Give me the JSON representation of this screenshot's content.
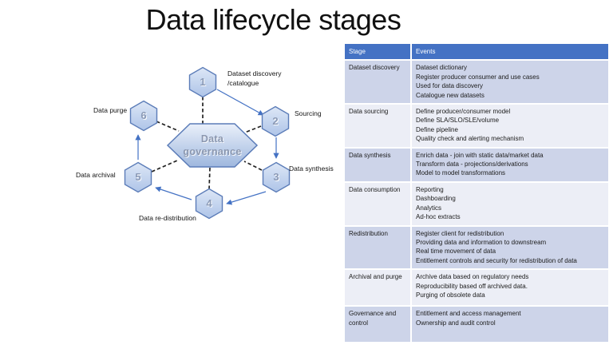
{
  "slide": {
    "title": "Data lifecycle stages"
  },
  "diagram": {
    "center": {
      "label": [
        "Data",
        "governance"
      ]
    },
    "nodes": [
      {
        "number": "1",
        "label": [
          "Dataset discovery",
          "/catalogue"
        ]
      },
      {
        "number": "2",
        "label": [
          "Sourcing"
        ]
      },
      {
        "number": "3",
        "label": [
          "Data synthesis"
        ]
      },
      {
        "number": "4",
        "label": [
          "Data re-distribution"
        ]
      },
      {
        "number": "5",
        "label": [
          "Data archival"
        ]
      },
      {
        "number": "6",
        "label": [
          "Data purge"
        ]
      }
    ]
  },
  "table": {
    "headers": {
      "stage": "Stage",
      "events": "Events"
    },
    "rows": [
      {
        "stage": "Dataset discovery",
        "events": [
          "Dataset dictionary",
          "Register producer consumer and use cases",
          "Used for data discovery",
          "Catalogue new datasets"
        ]
      },
      {
        "stage": "Data sourcing",
        "events": [
          "Define producer/consumer model",
          "Define SLA/SLO/SLE/volume",
          "Define pipeline",
          "Quality check and alerting mechanism"
        ]
      },
      {
        "stage": "Data synthesis",
        "events": [
          "Enrich data - join with static data/market data",
          "Transform data - projections/derivations",
          "Model to model transformations"
        ]
      },
      {
        "stage": "Data consumption",
        "events": [
          "Reporting",
          "Dashboarding",
          "Analytics",
          "Ad-hoc extracts"
        ]
      },
      {
        "stage": "Redistribution",
        "events": [
          "Register client for redistribution",
          "Providing data and information to downstream",
          "Real time movement of data",
          "Entitlement controls and security for redistribution of data"
        ]
      },
      {
        "stage": "Archival and purge",
        "events": [
          "Archive data based on regulatory needs",
          "Reproducibility based off archived data.",
          "Purging of obsolete data"
        ]
      },
      {
        "stage": "Governance and control",
        "events": [
          "Entitlement and access management",
          "Ownership and audit control"
        ]
      }
    ]
  },
  "colors": {
    "table_header_bg": "#4472C4",
    "table_header_text": "#FFFFFF",
    "row_band_dark": "#CDD4E9",
    "row_band_light": "#ECEEF6",
    "hex_border": "#5B7CB8",
    "hex_fill_top": "#DDE7F6",
    "hex_fill_bottom": "#AEC4E8",
    "center_fill_top": "#EAF0FA",
    "center_fill_bottom": "#9EB7DE",
    "arrow": "#4472C4",
    "connector": "#222222"
  }
}
